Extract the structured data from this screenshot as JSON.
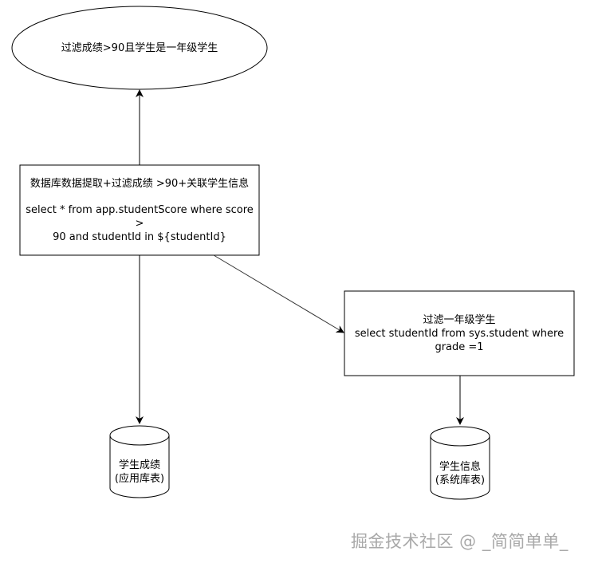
{
  "nodes": {
    "result": {
      "line1": "过滤成绩>90且学生是一年级学生"
    },
    "extract": {
      "title": "数据库数据提取+过滤成绩 >90+关联学生信息",
      "sql_line1": "select * from app.studentScore where score >",
      "sql_line2": "90 and studentId in ${studentId}"
    },
    "filter_grade": {
      "title": "过滤一年级学生",
      "sql_line1": "select studentId from sys.student where",
      "sql_line2": "grade =1"
    },
    "db_score": {
      "line1": "学生成绩",
      "line2": "(应用库表)"
    },
    "db_student": {
      "line1": "学生信息",
      "line2": "(系统库表)"
    }
  },
  "watermark": {
    "text": "掘金技术社区 @ _简简单单_"
  },
  "colors": {
    "stroke": "#000000",
    "fill": "#ffffff",
    "connector": "#333333",
    "watermark": "#a9a9a9"
  }
}
